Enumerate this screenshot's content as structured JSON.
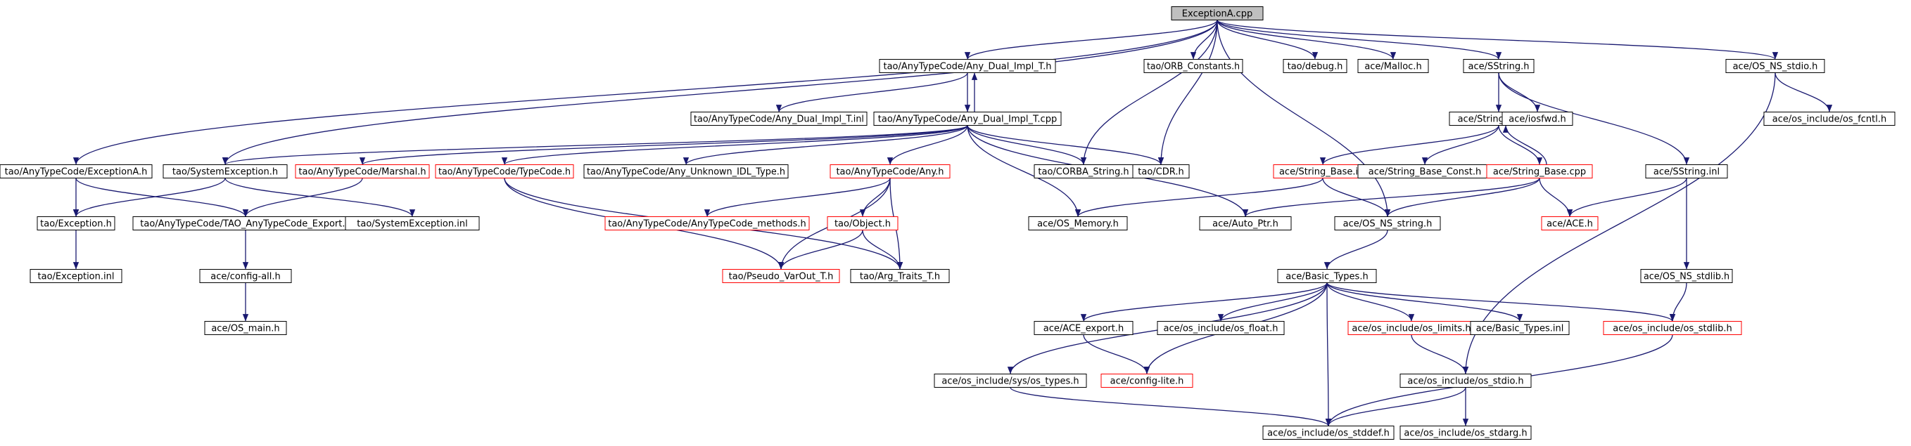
{
  "colors": {
    "edge": "#191970",
    "node_border": "#000000",
    "node_border_truncated": "#ff0000",
    "root_fill": "#bfbfbf",
    "node_fill": "#ffffff",
    "background": "#ffffff"
  },
  "nodes": [
    {
      "id": "root",
      "label": "ExceptionA.cpp",
      "style": "root"
    },
    {
      "id": "dual_h",
      "label": "tao/AnyTypeCode/Any_Dual_Impl_T.h",
      "style": "normal"
    },
    {
      "id": "orb_const",
      "label": "tao/ORB_Constants.h",
      "style": "normal"
    },
    {
      "id": "debug",
      "label": "tao/debug.h",
      "style": "normal"
    },
    {
      "id": "malloc",
      "label": "ace/Malloc.h",
      "style": "normal"
    },
    {
      "id": "sstring_h",
      "label": "ace/SString.h",
      "style": "normal"
    },
    {
      "id": "os_ns_stdio",
      "label": "ace/OS_NS_stdio.h",
      "style": "normal"
    },
    {
      "id": "dual_inl",
      "label": "tao/AnyTypeCode/Any_Dual_Impl_T.inl",
      "style": "normal"
    },
    {
      "id": "dual_cpp",
      "label": "tao/AnyTypeCode/Any_Dual_Impl_T.cpp",
      "style": "normal"
    },
    {
      "id": "string_base_h",
      "label": "ace/String_Base.h",
      "style": "normal"
    },
    {
      "id": "iosfwd",
      "label": "ace/iosfwd.h",
      "style": "normal"
    },
    {
      "id": "os_fcntl",
      "label": "ace/os_include/os_fcntl.h",
      "style": "normal"
    },
    {
      "id": "exceptionA_h",
      "label": "tao/AnyTypeCode/ExceptionA.h",
      "style": "normal"
    },
    {
      "id": "sysexc_h",
      "label": "tao/SystemException.h",
      "style": "normal"
    },
    {
      "id": "marshal",
      "label": "tao/AnyTypeCode/Marshal.h",
      "style": "truncated"
    },
    {
      "id": "typecode",
      "label": "tao/AnyTypeCode/TypeCode.h",
      "style": "truncated"
    },
    {
      "id": "unknown_idl",
      "label": "tao/AnyTypeCode/Any_Unknown_IDL_Type.h",
      "style": "normal"
    },
    {
      "id": "any_h",
      "label": "tao/AnyTypeCode/Any.h",
      "style": "truncated"
    },
    {
      "id": "corba_string",
      "label": "tao/CORBA_String.h",
      "style": "normal"
    },
    {
      "id": "cdr",
      "label": "tao/CDR.h",
      "style": "normal"
    },
    {
      "id": "string_base_inl",
      "label": "ace/String_Base.inl",
      "style": "truncated"
    },
    {
      "id": "string_base_const",
      "label": "ace/String_Base_Const.h",
      "style": "normal"
    },
    {
      "id": "string_base_cpp",
      "label": "ace/String_Base.cpp",
      "style": "truncated"
    },
    {
      "id": "sstring_inl",
      "label": "ace/SString.inl",
      "style": "normal"
    },
    {
      "id": "exception_h",
      "label": "tao/Exception.h",
      "style": "normal"
    },
    {
      "id": "tao_export",
      "label": "tao/AnyTypeCode/TAO_AnyTypeCode_Export.h",
      "style": "normal"
    },
    {
      "id": "sysexc_inl",
      "label": "tao/SystemException.inl",
      "style": "normal"
    },
    {
      "id": "tc_methods",
      "label": "tao/AnyTypeCode/AnyTypeCode_methods.h",
      "style": "truncated"
    },
    {
      "id": "object_h",
      "label": "tao/Object.h",
      "style": "truncated"
    },
    {
      "id": "os_memory",
      "label": "ace/OS_Memory.h",
      "style": "normal"
    },
    {
      "id": "auto_ptr",
      "label": "ace/Auto_Ptr.h",
      "style": "normal"
    },
    {
      "id": "os_ns_string",
      "label": "ace/OS_NS_string.h",
      "style": "normal"
    },
    {
      "id": "ace_h",
      "label": "ace/ACE.h",
      "style": "truncated"
    },
    {
      "id": "exception_inl",
      "label": "tao/Exception.inl",
      "style": "normal"
    },
    {
      "id": "config_all",
      "label": "ace/config-all.h",
      "style": "normal"
    },
    {
      "id": "pseudo_varout",
      "label": "tao/Pseudo_VarOut_T.h",
      "style": "truncated"
    },
    {
      "id": "arg_traits",
      "label": "tao/Arg_Traits_T.h",
      "style": "normal"
    },
    {
      "id": "basic_types_h",
      "label": "ace/Basic_Types.h",
      "style": "normal"
    },
    {
      "id": "os_ns_stdlib",
      "label": "ace/OS_NS_stdlib.h",
      "style": "normal"
    },
    {
      "id": "os_main",
      "label": "ace/OS_main.h",
      "style": "normal"
    },
    {
      "id": "ace_export",
      "label": "ace/ACE_export.h",
      "style": "normal"
    },
    {
      "id": "os_float",
      "label": "ace/os_include/os_float.h",
      "style": "normal"
    },
    {
      "id": "os_limits",
      "label": "ace/os_include/os_limits.h",
      "style": "truncated"
    },
    {
      "id": "basic_types_inl",
      "label": "ace/Basic_Types.inl",
      "style": "normal"
    },
    {
      "id": "os_stdlib",
      "label": "ace/os_include/os_stdlib.h",
      "style": "truncated"
    },
    {
      "id": "sys_os_types",
      "label": "ace/os_include/sys/os_types.h",
      "style": "normal"
    },
    {
      "id": "config_lite",
      "label": "ace/config-lite.h",
      "style": "truncated"
    },
    {
      "id": "os_stdio",
      "label": "ace/os_include/os_stdio.h",
      "style": "normal"
    },
    {
      "id": "os_stddef",
      "label": "ace/os_include/os_stddef.h",
      "style": "normal"
    },
    {
      "id": "os_stdarg",
      "label": "ace/os_include/os_stdarg.h",
      "style": "normal"
    }
  ],
  "edges": [
    [
      "root",
      "dual_h"
    ],
    [
      "root",
      "orb_const"
    ],
    [
      "root",
      "debug"
    ],
    [
      "root",
      "malloc"
    ],
    [
      "root",
      "sstring_h"
    ],
    [
      "root",
      "os_ns_stdio"
    ],
    [
      "root",
      "exceptionA_h"
    ],
    [
      "root",
      "sysexc_h"
    ],
    [
      "root",
      "corba_string"
    ],
    [
      "root",
      "cdr"
    ],
    [
      "root",
      "os_ns_string"
    ],
    [
      "dual_h",
      "dual_inl"
    ],
    [
      "dual_h",
      "dual_cpp"
    ],
    [
      "dual_cpp",
      "dual_h"
    ],
    [
      "dual_cpp",
      "sysexc_h"
    ],
    [
      "dual_cpp",
      "marshal"
    ],
    [
      "dual_cpp",
      "typecode"
    ],
    [
      "dual_cpp",
      "unknown_idl"
    ],
    [
      "dual_cpp",
      "any_h"
    ],
    [
      "dual_cpp",
      "corba_string"
    ],
    [
      "dual_cpp",
      "cdr"
    ],
    [
      "dual_cpp",
      "os_memory"
    ],
    [
      "dual_cpp",
      "auto_ptr"
    ],
    [
      "sstring_h",
      "string_base_h"
    ],
    [
      "sstring_h",
      "iosfwd"
    ],
    [
      "sstring_h",
      "sstring_inl"
    ],
    [
      "os_ns_stdio",
      "os_fcntl"
    ],
    [
      "os_ns_stdio",
      "os_stdio"
    ],
    [
      "string_base_h",
      "string_base_inl"
    ],
    [
      "string_base_h",
      "string_base_const"
    ],
    [
      "string_base_h",
      "string_base_cpp"
    ],
    [
      "string_base_cpp",
      "string_base_h"
    ],
    [
      "string_base_inl",
      "os_memory"
    ],
    [
      "string_base_inl",
      "os_ns_string"
    ],
    [
      "string_base_cpp",
      "auto_ptr"
    ],
    [
      "string_base_cpp",
      "os_ns_string"
    ],
    [
      "string_base_cpp",
      "ace_h"
    ],
    [
      "sstring_inl",
      "ace_h"
    ],
    [
      "sstring_inl",
      "os_ns_stdlib"
    ],
    [
      "exceptionA_h",
      "exception_h"
    ],
    [
      "exceptionA_h",
      "tao_export"
    ],
    [
      "sysexc_h",
      "exception_h"
    ],
    [
      "sysexc_h",
      "sysexc_inl"
    ],
    [
      "marshal",
      "tao_export"
    ],
    [
      "typecode",
      "pseudo_varout"
    ],
    [
      "typecode",
      "arg_traits"
    ],
    [
      "any_h",
      "tc_methods"
    ],
    [
      "any_h",
      "object_h"
    ],
    [
      "any_h",
      "pseudo_varout"
    ],
    [
      "any_h",
      "arg_traits"
    ],
    [
      "object_h",
      "pseudo_varout"
    ],
    [
      "object_h",
      "arg_traits"
    ],
    [
      "exception_h",
      "exception_inl"
    ],
    [
      "tao_export",
      "config_all"
    ],
    [
      "config_all",
      "os_main"
    ],
    [
      "os_ns_string",
      "basic_types_h"
    ],
    [
      "basic_types_h",
      "ace_export"
    ],
    [
      "basic_types_h",
      "os_float"
    ],
    [
      "basic_types_h",
      "os_limits"
    ],
    [
      "basic_types_h",
      "basic_types_inl"
    ],
    [
      "basic_types_h",
      "os_stdlib"
    ],
    [
      "basic_types_h",
      "sys_os_types"
    ],
    [
      "basic_types_h",
      "config_lite"
    ],
    [
      "basic_types_h",
      "os_stddef"
    ],
    [
      "ace_export",
      "config_lite"
    ],
    [
      "os_limits",
      "os_stdio"
    ],
    [
      "os_ns_stdlib",
      "os_stdlib"
    ],
    [
      "os_stdlib",
      "os_stddef"
    ],
    [
      "sys_os_types",
      "os_stddef"
    ],
    [
      "os_stdio",
      "os_stddef"
    ],
    [
      "os_stdio",
      "os_stdarg"
    ]
  ]
}
